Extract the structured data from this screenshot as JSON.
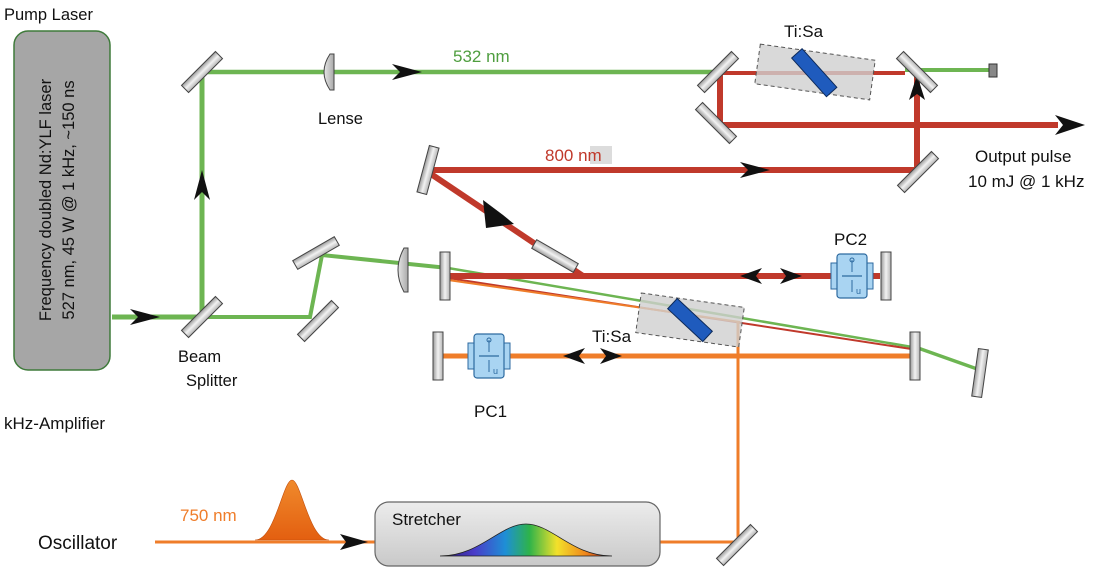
{
  "labels": {
    "pump_laser": "Pump Laser",
    "laser_line1": "Frequency doubled Nd:YLF laser",
    "laser_line2": "527 nm, 45 W @ 1 kHz, ~150 ns",
    "kHz_amplifier": "kHz-Amplifier",
    "lense": "Lense",
    "beam_splitter_1": "Beam",
    "beam_splitter_2": "Splitter",
    "wavelength_532": "532 nm",
    "tisa_top": "Ti:Sa",
    "tisa_mid": "Ti:Sa",
    "wavelength_800": "800 nm",
    "output_1": "Output pulse",
    "output_2": "10 mJ @ 1 kHz",
    "pc1": "PC1",
    "pc2": "PC2",
    "oscillator": "Oscillator",
    "wavelength_750": "750 nm",
    "stretcher": "Stretcher",
    "pc_glyph": "u"
  },
  "colors": {
    "green_beam": "#6db552",
    "red_beam": "#c0392b",
    "orange_beam": "#ef7d2a",
    "crystal_blue": "#1f5bbd",
    "pockels_blue": "#a9d4f2",
    "laser_box": "#a6a6a6",
    "laser_border": "#3e7a3a",
    "text_green": "#4f9e3f",
    "text_red": "#c0392b",
    "text_orange": "#ef7d2a"
  }
}
